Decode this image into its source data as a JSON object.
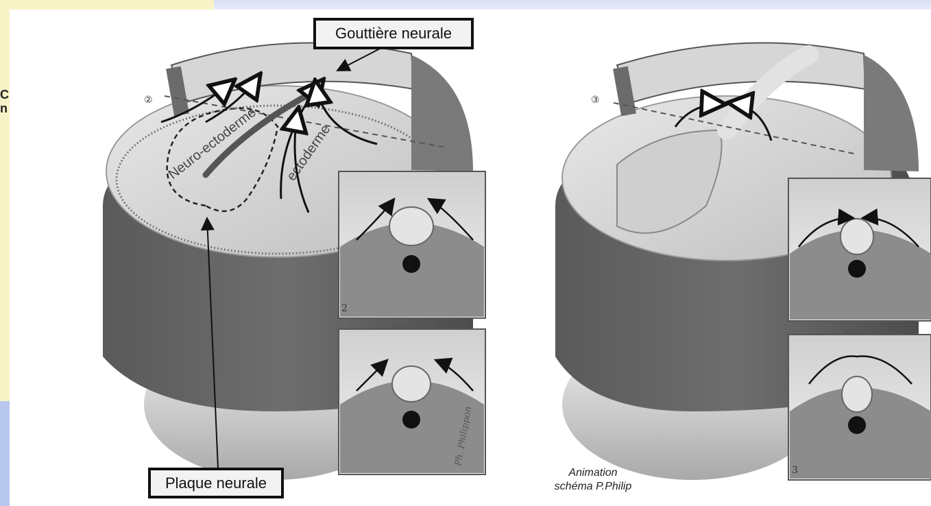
{
  "labels": {
    "neural_groove": "Gouttière neurale",
    "neural_plate": "Plaque neurale",
    "neuroectoderm": "Neuro-ectoderme",
    "ectoderm": "ectoderme"
  },
  "stage_markers": {
    "left": "②",
    "right": "③",
    "inset_left": "2",
    "inset_right": "3"
  },
  "left_edge_text": [
    "C",
    "n"
  ],
  "credit": {
    "line1": "Animation",
    "line2": "schéma P.Philip"
  },
  "signature": "Ph. Philippon"
}
